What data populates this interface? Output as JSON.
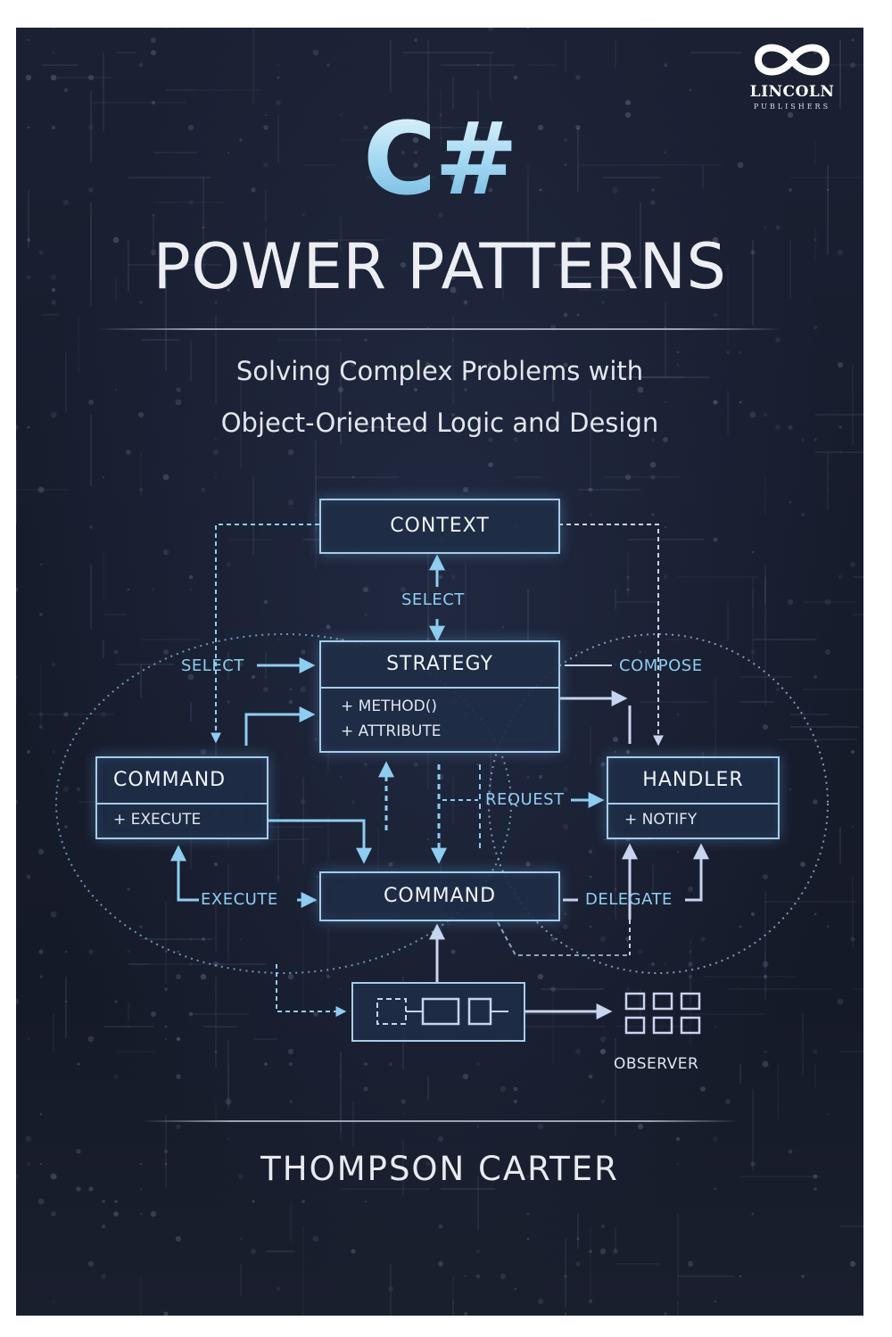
{
  "publisher": {
    "name": "LINCOLN",
    "tagline": "PUBLISHERS",
    "logo_icon": "infinity-icon"
  },
  "title": {
    "main": "C#",
    "sub": "POWER PATTERNS"
  },
  "subtitle": {
    "line1": "Solving Complex Problems with",
    "line2": "Object-Oriented Logic and Design"
  },
  "diagram": {
    "boxes": {
      "context": {
        "name": "CONTEXT"
      },
      "strategy": {
        "name": "STRATEGY",
        "members": [
          "+ METHOD()",
          "+ ATTRIBUTE"
        ]
      },
      "command_left": {
        "name": "COMMAND",
        "members": [
          "+ EXECUTE"
        ]
      },
      "handler": {
        "name": "HANDLER",
        "members": [
          "+ NOTIFY"
        ]
      },
      "command_center": {
        "name": "COMMAND"
      }
    },
    "labels": {
      "select_top": "SELECT",
      "select_left": "SELECT",
      "compose": "COMPOSE",
      "request": "REQUEST",
      "execute": "EXECUTE",
      "delegate": "DELEGATE",
      "observer": "OBSERVER"
    }
  },
  "author": "THOMPSON CARTER",
  "colors": {
    "background": "#181d2c",
    "accent": "#8fcdf0",
    "box_border": "#a6cce8",
    "title_gradient": "#a9dcf3"
  }
}
